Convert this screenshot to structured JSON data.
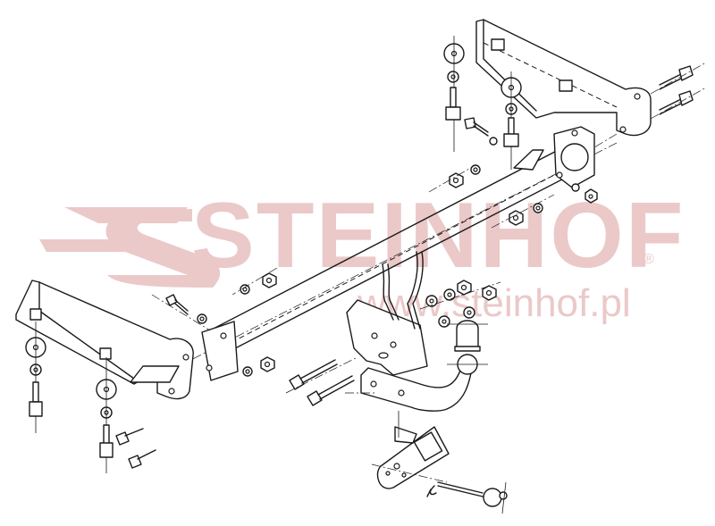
{
  "diagram": {
    "type": "exploded-assembly",
    "subject": "towbar / trailer hitch mounting kit",
    "background": "#ffffff",
    "line_color": "#1a1a1a"
  },
  "watermark": {
    "brand": "STEINHOF",
    "registered_mark": "®",
    "url": "www.steinhof.pl",
    "color": "#ebc9c9"
  },
  "parts": [
    {
      "id": "left-side-bracket",
      "label": "left side bracket"
    },
    {
      "id": "right-side-bracket",
      "label": "right side bracket"
    },
    {
      "id": "main-crossbar",
      "label": "main cross bar"
    },
    {
      "id": "right-mount-plate",
      "label": "right mount plate"
    },
    {
      "id": "left-mount-plate",
      "label": "left mount plate"
    },
    {
      "id": "center-hanger",
      "label": "center hanger bracket"
    },
    {
      "id": "tow-ball-neck",
      "label": "tow ball neck"
    },
    {
      "id": "ball-cover",
      "label": "tow ball cover"
    },
    {
      "id": "socket-plate",
      "label": "electrical socket plate"
    },
    {
      "id": "socket-plug",
      "label": "electrical plug with cable"
    },
    {
      "id": "bolts",
      "label": "bolts"
    },
    {
      "id": "nuts",
      "label": "nuts"
    },
    {
      "id": "washers",
      "label": "washers"
    }
  ]
}
